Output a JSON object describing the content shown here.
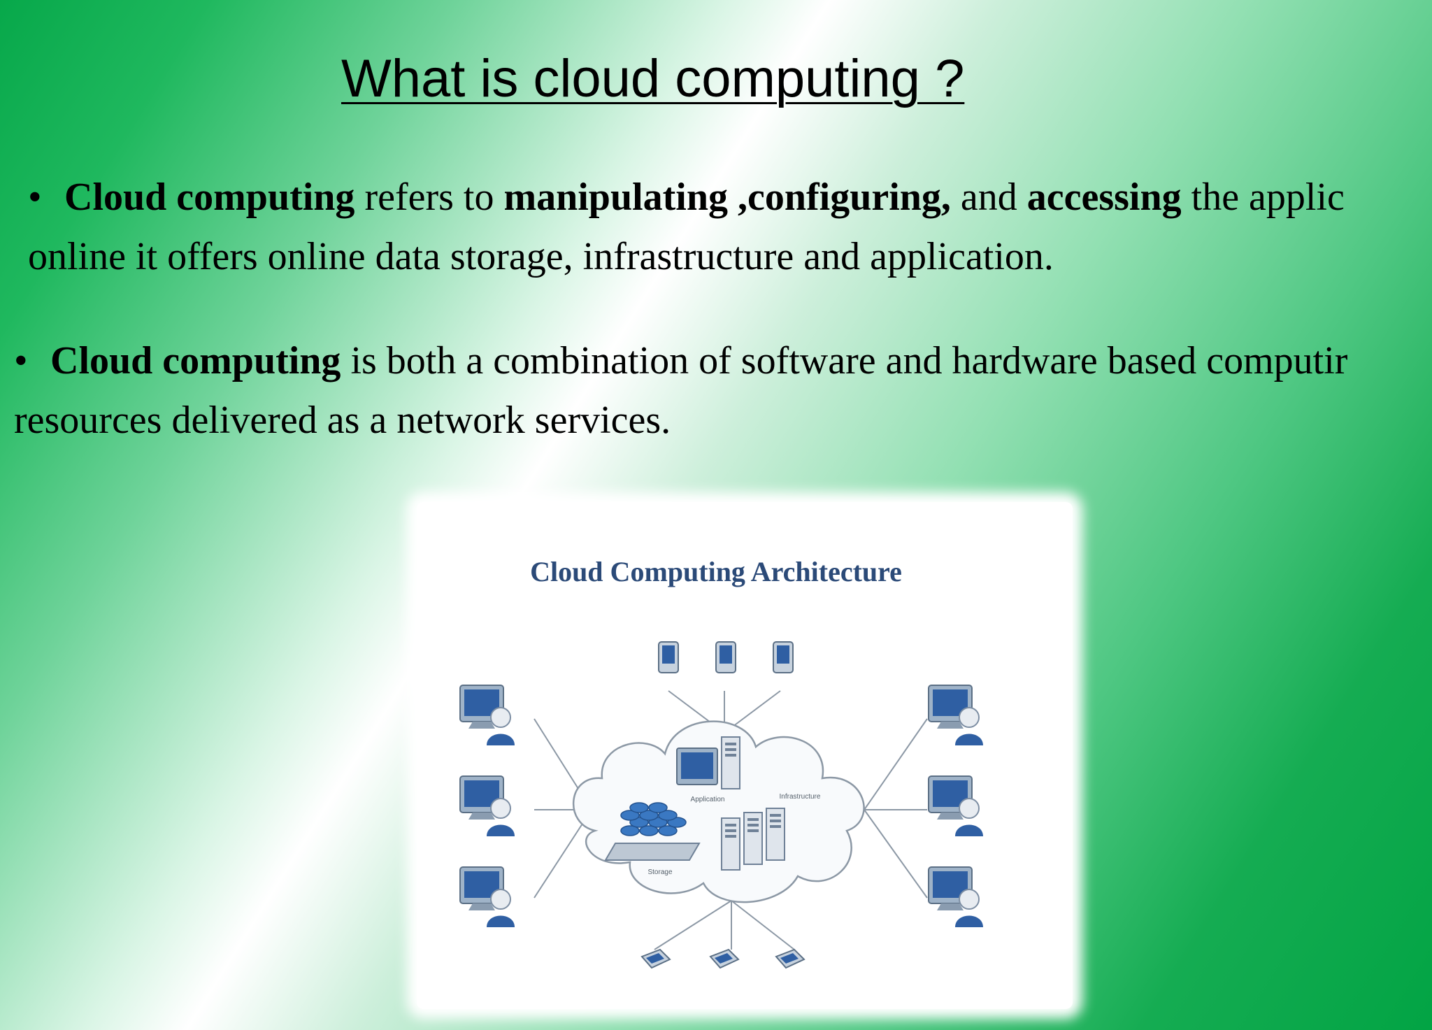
{
  "slide": {
    "title": "What is cloud computing ?",
    "bullets": [
      {
        "line1": [
          {
            "text": "Cloud computing",
            "bold": true
          },
          {
            "text": " refers to ",
            "bold": false
          },
          {
            "text": "manipulating ,configuring,",
            "bold": true
          },
          {
            "text": " and ",
            "bold": false
          },
          {
            "text": "accessing",
            "bold": true
          },
          {
            "text": " the applic",
            "bold": false
          }
        ],
        "line2": "online it offers online data storage, infrastructure and application."
      },
      {
        "line1": [
          {
            "text": "Cloud computing",
            "bold": true
          },
          {
            "text": " is both a combination of software and hardware based computir",
            "bold": false
          }
        ],
        "line2": "resources delivered as a network services."
      }
    ],
    "bullet_glyph": "•",
    "figure": {
      "title": "Cloud Computing Architecture",
      "labels": {
        "application": "Application",
        "infrastructure": "Infrastructure",
        "storage": "Storage"
      }
    }
  },
  "colors": {
    "background_green": "#02a444",
    "background_highlight": "#ffffff",
    "figure_title": "#2b4a78",
    "device_blue": "#2f5fa3"
  }
}
